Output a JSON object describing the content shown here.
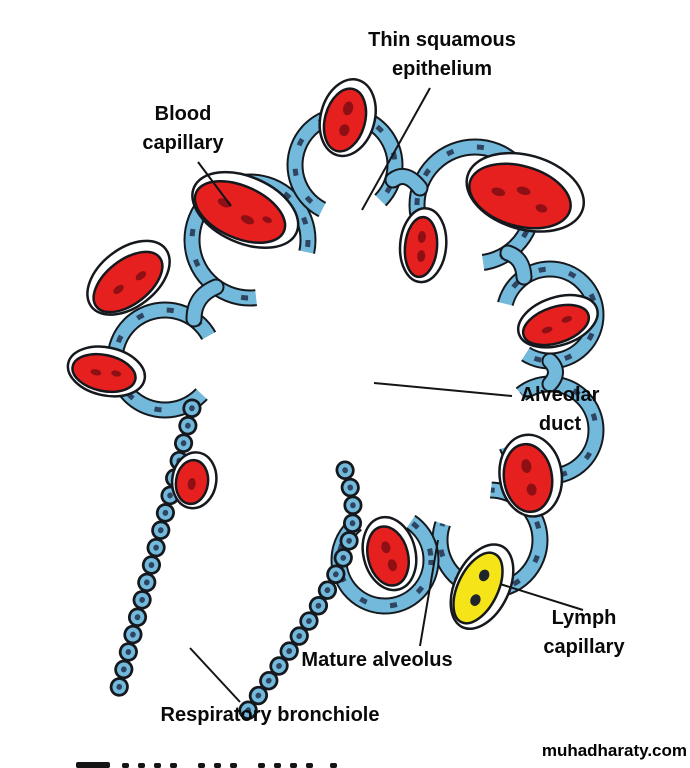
{
  "diagram": {
    "title_context": "Alveolar duct with surrounding alveoli",
    "colors": {
      "wall_fill": "#72b9dc",
      "wall_outline": "#15181d",
      "nucleus": "#2f4460",
      "capillary_red": "#e6201f",
      "capillary_red_dark": "#8e0f14",
      "lymph_yellow": "#f5e417",
      "halo_white": "#ffffff",
      "leader_line": "#141414"
    },
    "labels": {
      "thin_squamous_epithelium": {
        "line1": "Thin squamous",
        "line2": "epithelium"
      },
      "blood_capillary": {
        "line1": "Blood",
        "line2": "capillary"
      },
      "alveolar_duct": {
        "line1": "Alveolar",
        "line2": "duct"
      },
      "lymph_capillary": {
        "line1": "Lymph",
        "line2": "capillary"
      },
      "mature_alveolus": {
        "text": "Mature alveolus"
      },
      "respiratory_bronchiole": {
        "text": "Respiratory bronchiole"
      }
    }
  },
  "watermark": {
    "text": "muhadharaty.com"
  }
}
